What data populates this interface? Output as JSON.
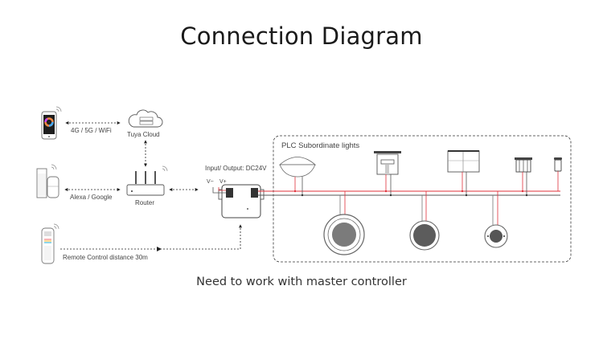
{
  "title": "Connection Diagram",
  "footer_note": "Need to work with master controller",
  "labels": {
    "phone_link": "4G / 5G / WiFi",
    "cloud": "Tuya Cloud",
    "voice_link": "Alexa / Google",
    "router": "Router",
    "remote_link": "Remote Control distance 30m",
    "io_spec": "Input/ Output: DC24V",
    "v_minus": "V−",
    "v_plus": "V+",
    "plc_group": "PLC Subordinate lights"
  },
  "devices": {
    "left": [
      "smartphone",
      "smart-speaker",
      "remote-control"
    ],
    "hub": [
      "tuya-cloud",
      "router"
    ],
    "controller": "plc-controller",
    "lights_top": [
      "par56-lamp",
      "spot-light",
      "flood-light",
      "wall-washer",
      "garden-light"
    ],
    "lights_bottom": [
      "pool-light-large",
      "pool-light-medium",
      "pool-light-small"
    ]
  },
  "colors": {
    "positive_wire": "#e0303a",
    "negative_wire": "#555555",
    "line": "#333333"
  }
}
